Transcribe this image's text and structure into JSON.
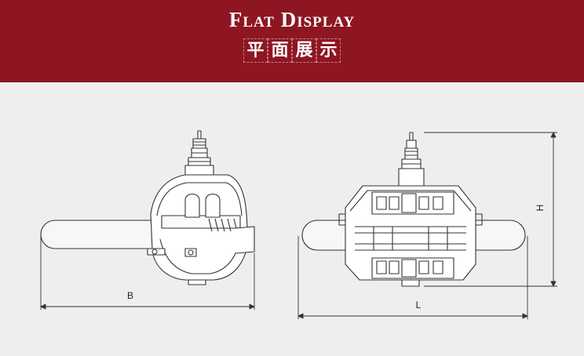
{
  "header": {
    "title": "Flat Display",
    "subtitle_chars": [
      "平",
      "面",
      "展",
      "示"
    ]
  },
  "dimensions": {
    "b": "B",
    "l": "L",
    "h": "H"
  },
  "colors": {
    "banner": "#8e1622",
    "background": "#eeeeee",
    "line": "#333333"
  }
}
